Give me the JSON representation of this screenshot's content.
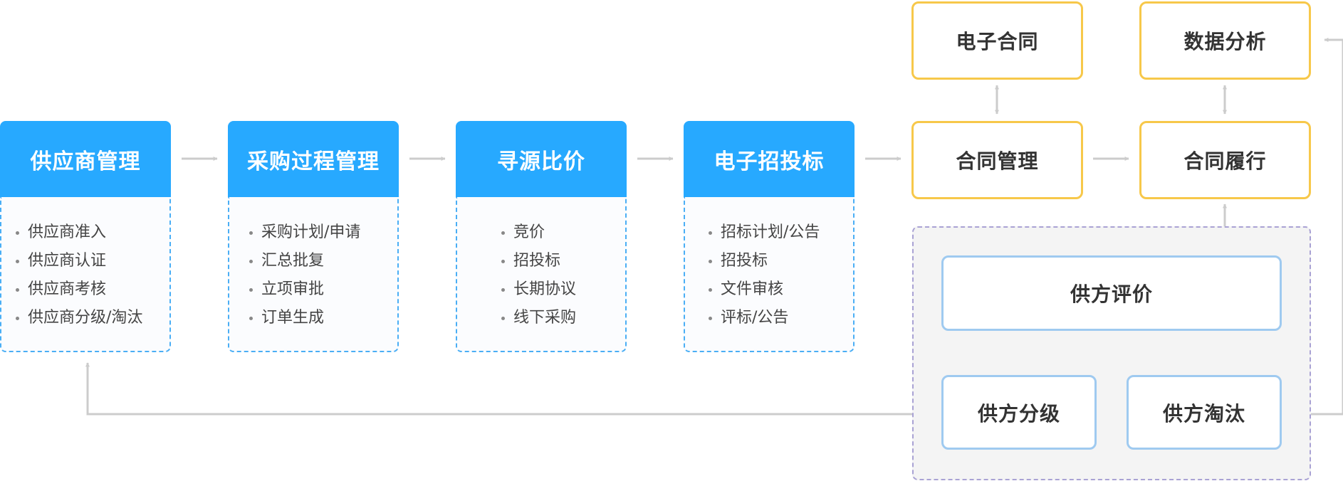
{
  "modules": [
    {
      "title": "供应商管理",
      "items": [
        "供应商准入",
        "供应商认证",
        "供应商考核",
        "供应商分级/淘汰"
      ]
    },
    {
      "title": "采购过程管理",
      "items": [
        "采购计划/申请",
        "汇总批复",
        "立项审批",
        "订单生成"
      ]
    },
    {
      "title": "寻源比价",
      "items": [
        "竞价",
        "招投标",
        "长期协议",
        "线下采购"
      ]
    },
    {
      "title": "电子招投标",
      "items": [
        "招标计划/公告",
        "招投标",
        "文件审核",
        "评标/公告"
      ]
    }
  ],
  "contract": {
    "e_contract": "电子合同",
    "data_analysis": "数据分析",
    "contract_management": "合同管理",
    "contract_fulfillment": "合同履行"
  },
  "evaluation": {
    "supplier_evaluation": "供方评价",
    "supplier_grading": "供方分级",
    "supplier_elimination": "供方淘汰"
  },
  "colors": {
    "header_blue": "#27a9ff",
    "dashed_blue": "#4aaef5",
    "yellow_border": "#f7c84a",
    "light_blue_border": "#9fcaf0",
    "arrow_gray": "#cccccc",
    "group_background": "#f4f4f4",
    "group_border": "#a9a2d4"
  }
}
